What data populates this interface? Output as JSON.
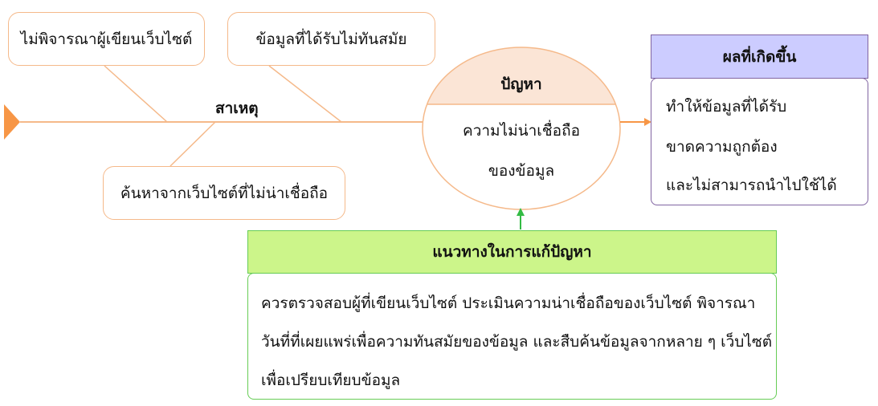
{
  "causes": {
    "label": "สาเหตุ",
    "items": [
      "ไม่พิจารณาผู้เขียนเว็บไซต์",
      "ข้อมูลที่ได้รับไม่ทันสมัย",
      "ค้นหาจากเว็บไซต์ที่ไม่น่าเชื่อถือ"
    ]
  },
  "problem": {
    "title": "ปัญหา",
    "lines": [
      "ความไม่น่าเชื่อถือ",
      "ของข้อมูล"
    ]
  },
  "result": {
    "title": "ผลที่เกิดขึ้น",
    "lines": [
      "ทำให้ข้อมูลที่ได้รับ",
      "ขาดความถูกต้อง",
      "และไม่สามารถนำไปใช้ได้"
    ]
  },
  "solution": {
    "title": "แนวทางในการแก้ปัญหา",
    "lines": [
      "ควรตรวจสอบผู้ที่เขียนเว็บไซต์ ประเมินความน่าเชื่อถือของเว็บไซต์ พิจารณา",
      "วันที่ที่เผยแพร่เพื่อความทันสมัยของข้อมูล และสืบค้นข้อมูลจากหลาย ๆ เว็บไซต์",
      "เพื่อเปรียบเทียบข้อมูล"
    ]
  },
  "colors": {
    "orange": "#f79646",
    "orange_line": "#f5b98a",
    "purple": "#8064a2",
    "purple_fill": "#ccccff",
    "green": "#66cc55",
    "green_fill": "#ccf58a",
    "problem_fill": "#fbe5d6"
  }
}
